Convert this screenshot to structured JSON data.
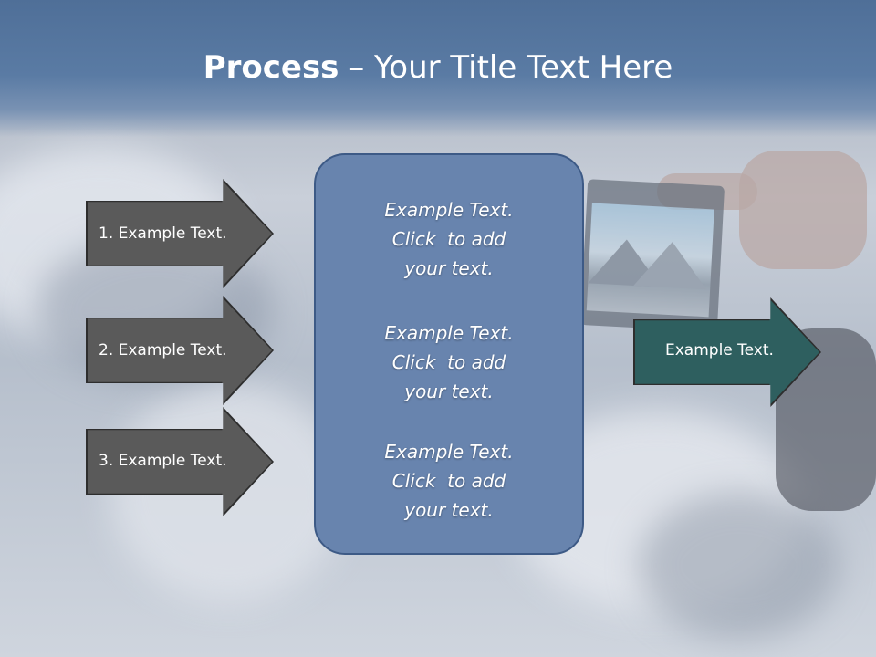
{
  "slide": {
    "title_bold": "Process",
    "title_rest": " – Your Title Text Here",
    "left_arrows": [
      {
        "label": "1. Example Text."
      },
      {
        "label": "2. Example Text."
      },
      {
        "label": "3. Example Text."
      }
    ],
    "center_blocks": [
      {
        "lines": [
          "Example Text.",
          "Click  to add",
          "your text."
        ]
      },
      {
        "lines": [
          "Example Text.",
          "Click  to add",
          "your text."
        ]
      },
      {
        "lines": [
          "Example Text.",
          "Click  to add",
          "your text."
        ]
      }
    ],
    "right_arrow": {
      "label": "Example Text."
    }
  },
  "colors": {
    "header": "#4f6f98",
    "left_arrow_fill": "#5a5a5a",
    "right_arrow_fill": "#2e5f5f",
    "center_box_fill": "#6884ae",
    "center_box_border": "#3d5a86"
  }
}
